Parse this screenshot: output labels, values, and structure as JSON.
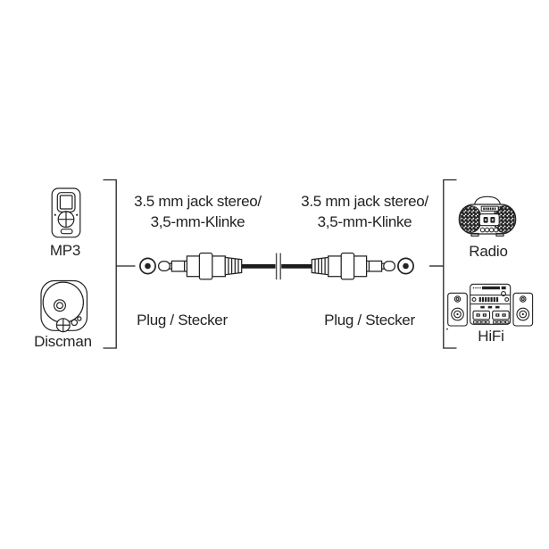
{
  "colors": {
    "background": "#ffffff",
    "line": "#232323",
    "text": "#232323",
    "cable": "#1b1b1b",
    "break_mark": "#4d4d4d"
  },
  "diagram": {
    "left_devices": {
      "mp3": {
        "label": "MP3",
        "icon": "mp3-player-icon"
      },
      "discman": {
        "label": "Discman",
        "icon": "discman-icon"
      }
    },
    "right_devices": {
      "radio": {
        "label": "Radio",
        "icon": "boombox-icon"
      },
      "hifi": {
        "label": "HiFi",
        "icon": "hifi-system-icon"
      }
    },
    "left_connector": {
      "title_line1": "3.5 mm jack stereo/",
      "title_line2": "3,5-mm-Klinke",
      "plug_label": "Plug / Stecker"
    },
    "right_connector": {
      "title_line1": "3.5 mm jack stereo/",
      "title_line2": "3,5-mm-Klinke",
      "plug_label": "Plug / Stecker"
    }
  }
}
